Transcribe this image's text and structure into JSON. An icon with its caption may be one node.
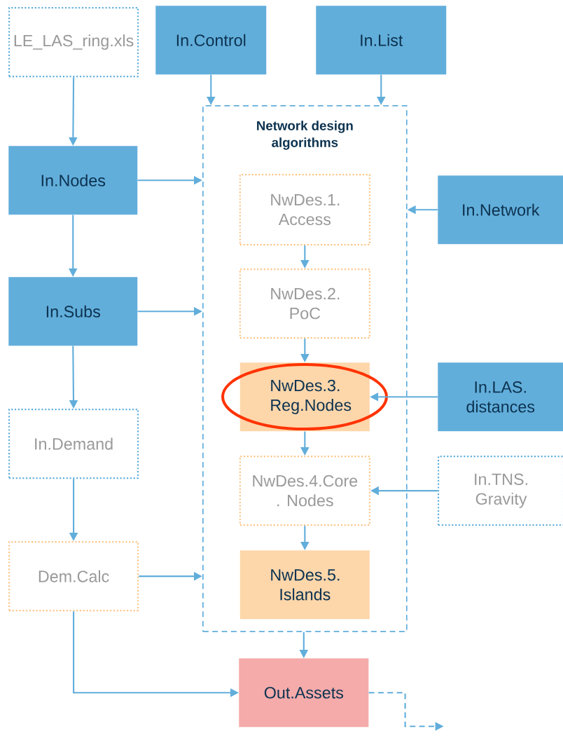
{
  "diagram": {
    "nodes": [
      {
        "text": [
          "LE_LAS_ring.xls"
        ]
      },
      {
        "text": [
          "In.Control"
        ]
      },
      {
        "text": [
          "In.List"
        ]
      },
      {
        "text": [
          "Network design algorithms"
        ]
      },
      {
        "text": [
          "In.Nodes"
        ]
      },
      {
        "text": [
          "NwDes.1. Access"
        ],
        "in": 3
      },
      {
        "text": [
          "In.Network"
        ]
      },
      {
        "text": [
          "In.Subs"
        ]
      },
      {
        "text": [
          "NwDes.2. PoC"
        ],
        "in": 3
      },
      {
        "text": [
          "NwDes.3. Reg.Nodes"
        ],
        "in": 3
      },
      {
        "text": [
          "In.LAS. distances"
        ]
      },
      {
        "text": [
          "In.Demand"
        ]
      },
      {
        "text": [
          "NwDes.4.Core . Nodes"
        ],
        "in": 3
      },
      {
        "text": [
          "In.TNS. Gravity"
        ]
      },
      {
        "text": [
          "Dem.Calc"
        ]
      },
      {
        "text": [
          "NwDes.5. Islands"
        ],
        "in": 3
      },
      {
        "text": [
          "Out.Assets"
        ]
      }
    ],
    "edges": [
      {
        "from": 0,
        "to": 4,
        "arrow": "to"
      },
      {
        "from": 1,
        "to": 3,
        "arrow": "to"
      },
      {
        "from": 2,
        "to": 3,
        "arrow": "to"
      },
      {
        "from": 4,
        "to": 3,
        "arrow": "to"
      },
      {
        "from": 4,
        "to": 7,
        "arrow": "to"
      },
      {
        "from": 6,
        "to": 3,
        "arrow": "to"
      },
      {
        "from": 7,
        "to": 3,
        "arrow": "to"
      },
      {
        "from": 7,
        "to": 11,
        "arrow": "to"
      },
      {
        "from": 5,
        "to": 8,
        "arrow": "to"
      },
      {
        "from": 8,
        "to": 9,
        "arrow": "to"
      },
      {
        "from": 10,
        "to": 9,
        "arrow": "to"
      },
      {
        "from": 9,
        "to": 12,
        "arrow": "to"
      },
      {
        "from": 13,
        "to": 12,
        "arrow": "to"
      },
      {
        "from": 11,
        "to": 14,
        "arrow": "to"
      },
      {
        "from": 14,
        "to": 3,
        "arrow": "to"
      },
      {
        "from": 12,
        "to": 15,
        "arrow": "to"
      },
      {
        "from": 3,
        "to": 16,
        "arrow": "to"
      },
      {
        "from": 14,
        "to": 16,
        "arrow": "to"
      },
      {
        "from": 16,
        "to": null,
        "arrow": "to",
        "style": "dashed"
      }
    ]
  }
}
